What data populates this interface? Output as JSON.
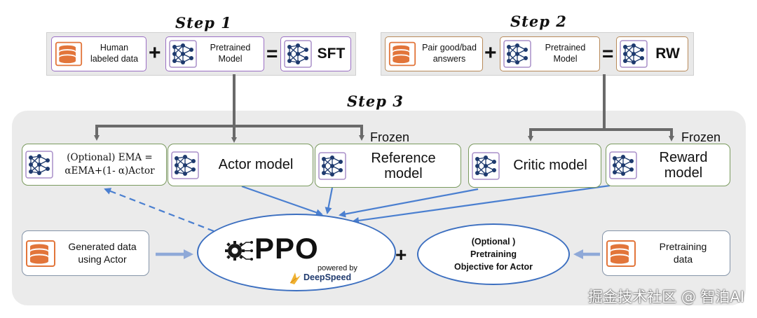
{
  "steps": {
    "step1": "Step 1",
    "step2": "Step 2",
    "step3": "Step 3"
  },
  "step1": {
    "human_data": "Human\nlabeled data",
    "pretrained": "Pretrained\nModel",
    "plus": "+",
    "equals": "=",
    "result": "SFT"
  },
  "step2": {
    "pair_data": "Pair good/bad\nanswers",
    "pretrained": "Pretrained\nModel",
    "plus": "+",
    "equals": "=",
    "result": "RW"
  },
  "step3": {
    "frozen_left": "Frozen",
    "frozen_right": "Frozen",
    "ema_line1": "(Optional) EMA =",
    "ema_line2": "αEMA+(1- α)Actor",
    "actor": "Actor model",
    "reference": "Reference\nmodel",
    "critic": "Critic model",
    "reward": "Reward\nmodel",
    "generated_data": "Generated data\nusing Actor",
    "ppo": "PPO",
    "powered_by": "powered by",
    "deepspeed": "DeepSpeed",
    "plus": "+",
    "optional_obj": "(Optional )\nPretraining\nObjective for Actor",
    "pretraining_data": "Pretraining\ndata"
  },
  "watermark": "掘金技术社区 @ 智泊AI",
  "colors": {
    "purple_border": "#9b6fc4",
    "brown_border": "#b88a5a",
    "green_border": "#7a9a5e",
    "blue_arrow": "#4a7fd0",
    "gray_arrow": "#6a6a6a",
    "db_orange": "#e2753a",
    "net_blue": "#1e3a6e"
  },
  "icons": [
    "database-icon",
    "neural-network-icon",
    "gear-circuit-icon",
    "deepspeed-logo-icon"
  ]
}
